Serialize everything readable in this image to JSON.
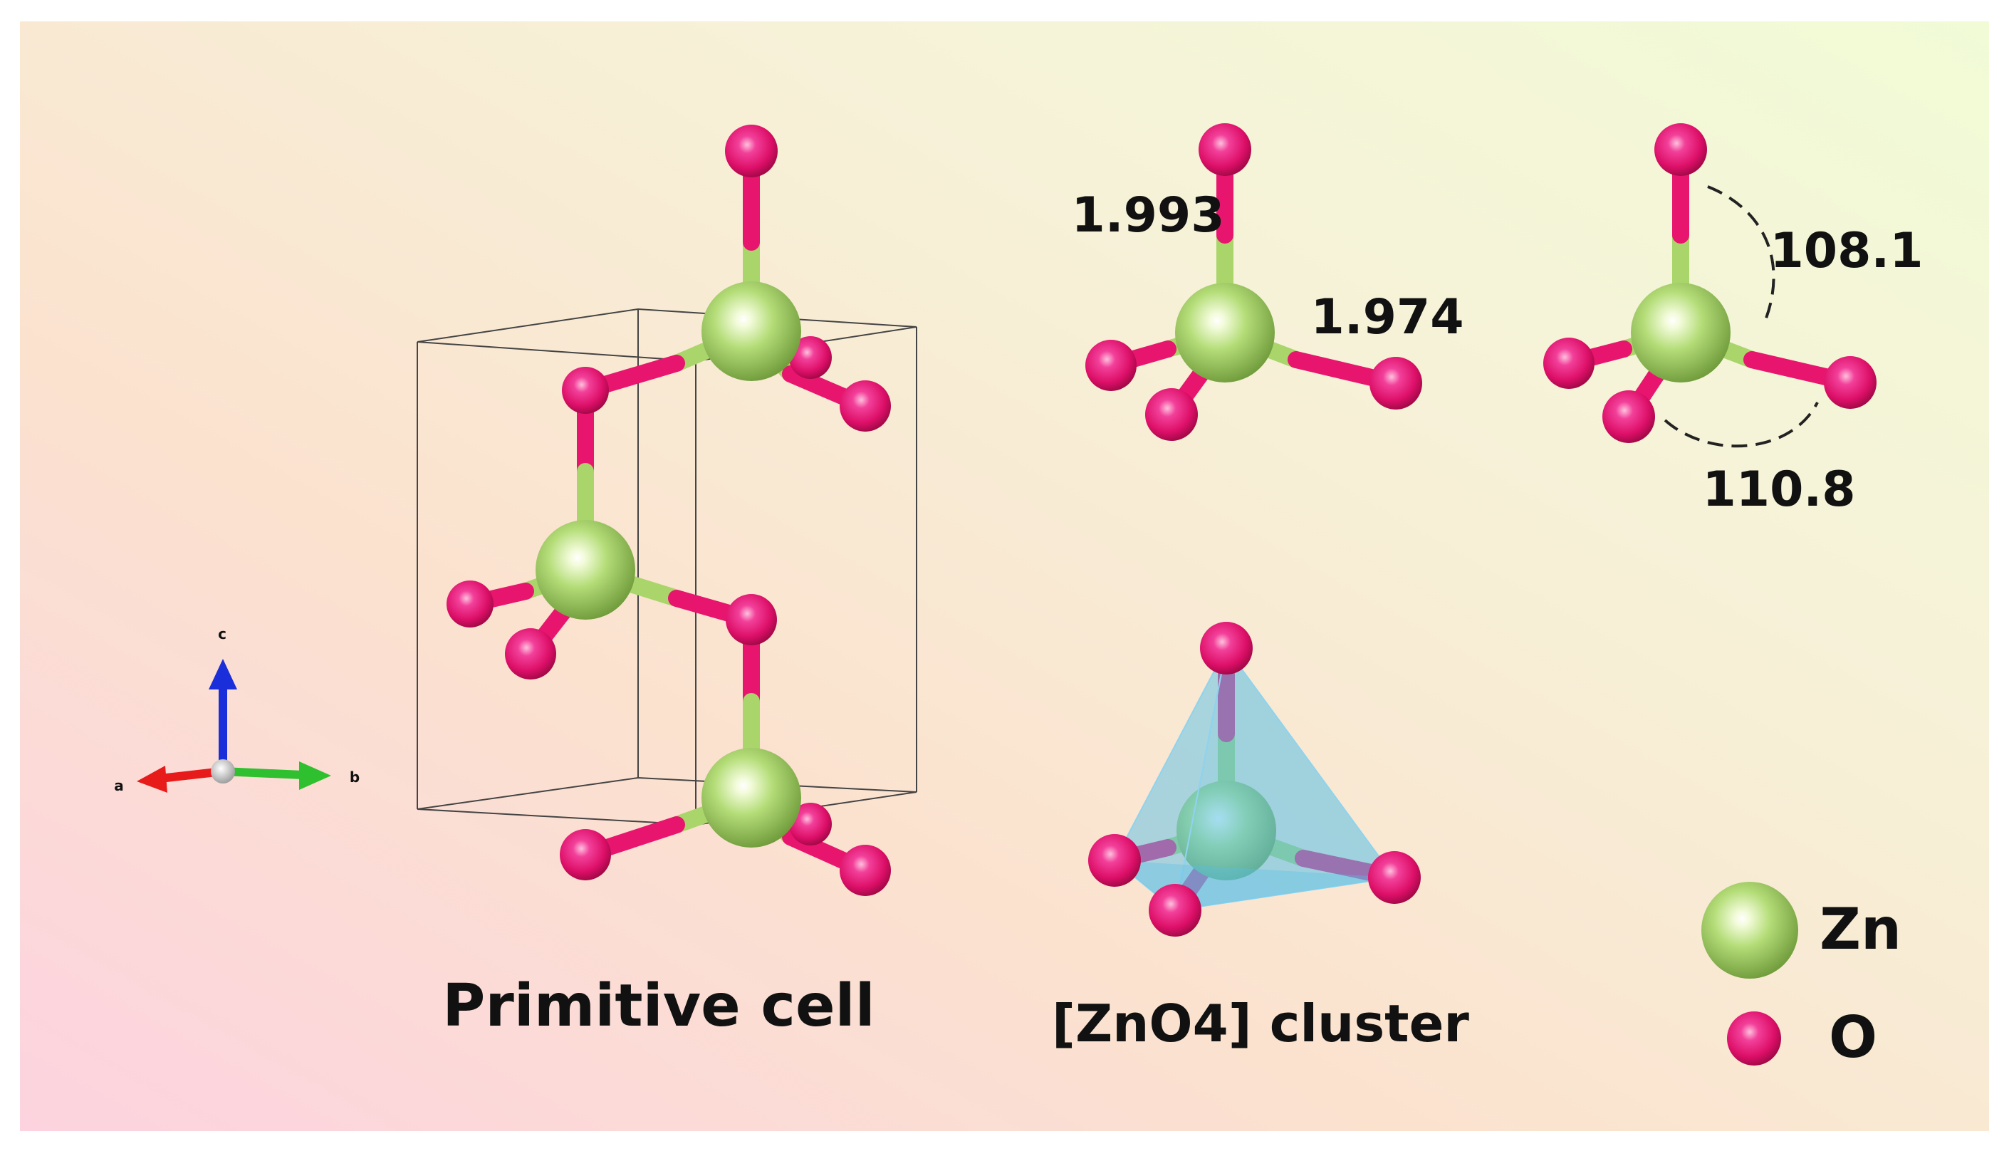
{
  "axes": {
    "a": "a",
    "b": "b",
    "c": "c"
  },
  "labels": {
    "primitive_cell": "Primitive cell",
    "cluster": "[ZnO4] cluster",
    "bond_length_1": "1.993",
    "bond_length_2": "1.974",
    "angle_1": "108.1",
    "angle_2": "110.8"
  },
  "legend": {
    "zn": "Zn",
    "o": "O"
  },
  "colors": {
    "zn_atom": "#a8d66a",
    "o_atom": "#e8156e",
    "bond_green": "#a9d56a",
    "bond_pink": "#e8156e",
    "tetrahedron": "#57c0e8",
    "axis_a": "#e81b1b",
    "axis_b": "#2fc02f",
    "axis_c": "#1a2fd9"
  }
}
